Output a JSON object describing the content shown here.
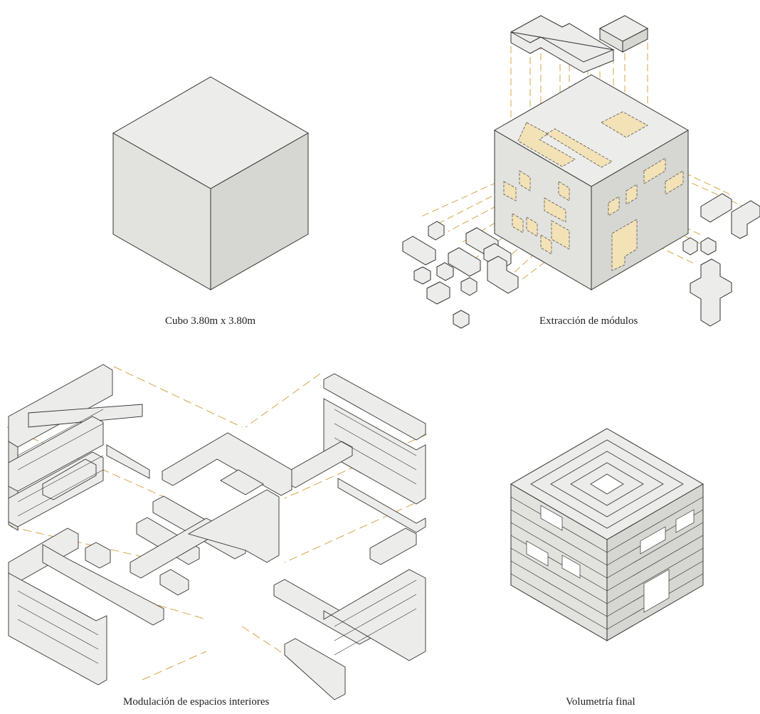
{
  "captions": {
    "cube": "Cubo 3.80m x  3.80m",
    "extraction": "Extracción de módulos",
    "modulation": "Modulación de espacios interiores",
    "final": "Volumetría final"
  },
  "colors": {
    "top_face": "#ececea",
    "left_face": "#e2e2df",
    "right_face": "#d6d6d2",
    "stroke": "#333333",
    "highlight": "#f3e2b6",
    "dash": "#d9a44a"
  }
}
